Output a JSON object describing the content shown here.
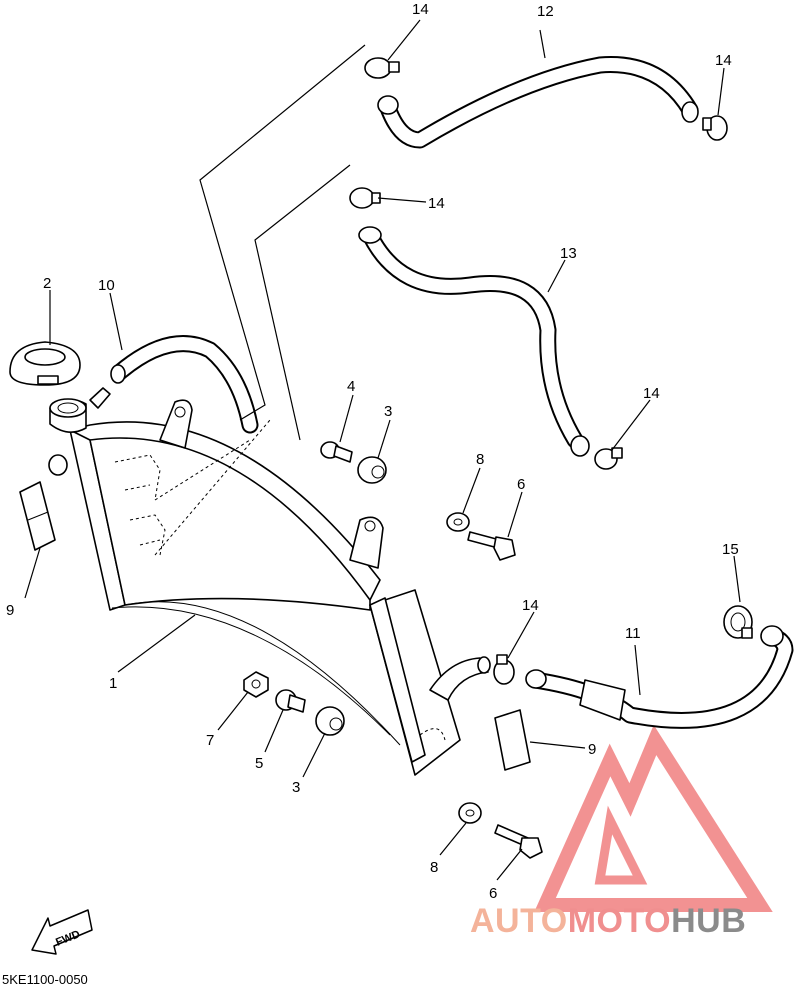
{
  "diagram": {
    "code": "5KE1100-0050",
    "fwd_label": "FWD",
    "callouts": {
      "c1": "1",
      "c2": "2",
      "c3a": "3",
      "c3b": "3",
      "c4": "4",
      "c5": "5",
      "c6a": "6",
      "c6b": "6",
      "c7": "7",
      "c8a": "8",
      "c8b": "8",
      "c9a": "9",
      "c9b": "9",
      "c10": "10",
      "c11": "11",
      "c12": "12",
      "c13": "13",
      "c14a": "14",
      "c14b": "14",
      "c14c": "14",
      "c14d": "14",
      "c14e": "14",
      "c15": "15"
    }
  },
  "watermark": {
    "part1": "AUTO",
    "part2": "MOTO",
    "part3": "HUB",
    "colors": {
      "auto": "#f4b39a",
      "moto": "#f08f8f",
      "hub": "#8b8b8b",
      "logo": "#f07f7f"
    }
  }
}
